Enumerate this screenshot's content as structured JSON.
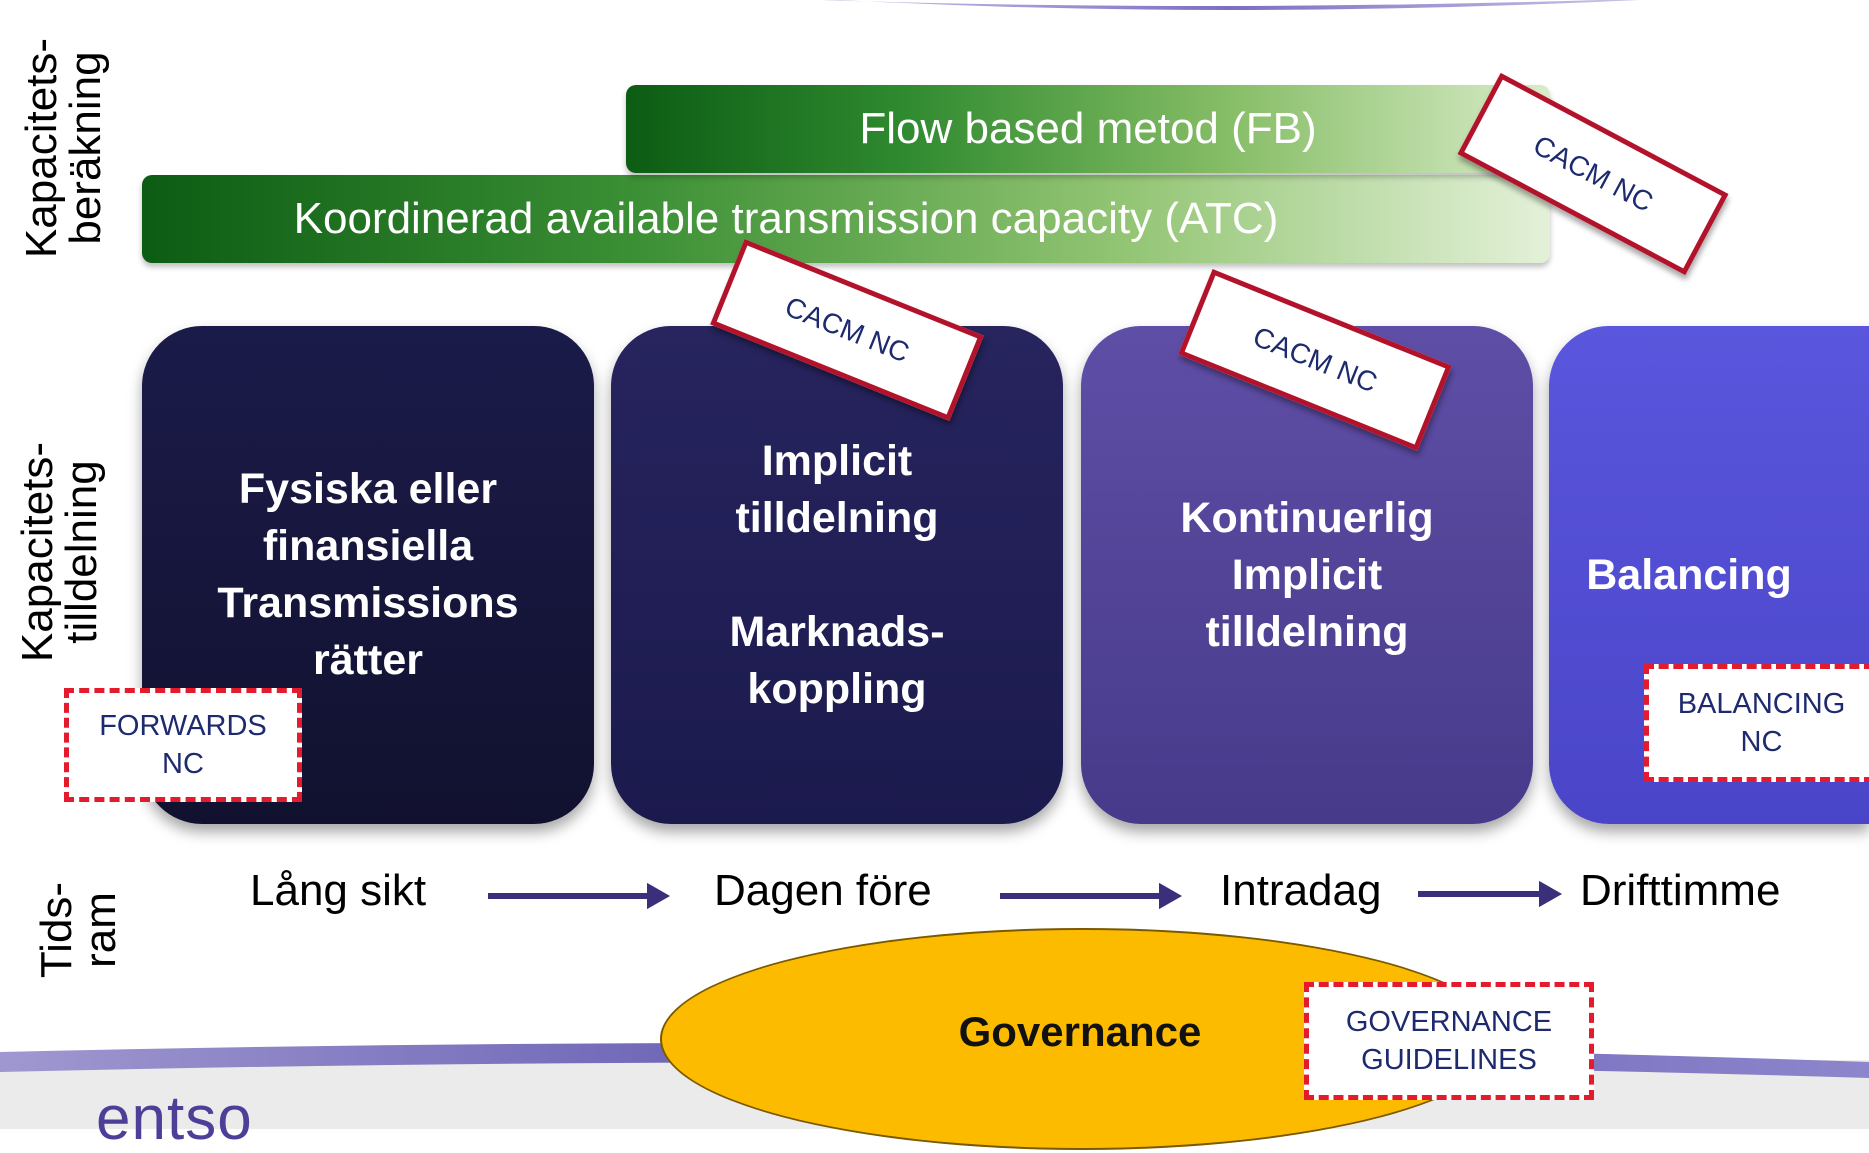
{
  "labels": {
    "calc": [
      "Kapacitets-",
      "beräkning"
    ],
    "alloc": [
      "Kapacitets-",
      "tilldelning"
    ],
    "time": [
      "Tids-",
      "ram"
    ]
  },
  "methods": {
    "fb": "Flow based metod (FB)",
    "atc": "Koordinerad available transmission capacity (ATC)"
  },
  "blocks": [
    {
      "lines": [
        "Fysiska eller",
        "finansiella",
        "Transmissions",
        "rätter"
      ]
    },
    {
      "lines": [
        "Implicit",
        "tilldelning",
        "Marknads-",
        "koppling"
      ]
    },
    {
      "lines": [
        "Kontinuerlig",
        "Implicit",
        "tilldelning"
      ]
    },
    {
      "lines": [
        "Balancing"
      ]
    }
  ],
  "stamps": {
    "cacm_top": "CACM NC",
    "cacm_left": "CACM NC",
    "cacm_mid": "CACM NC"
  },
  "nc_boxes": {
    "forwards": [
      "FORWARDS",
      "NC"
    ],
    "balancing": [
      "BALANCING",
      "NC"
    ],
    "governance": [
      "GOVERNANCE",
      "GUIDELINES"
    ]
  },
  "timeline": [
    "Lång sikt",
    "Dagen före",
    "Intradag",
    "Drifttimme"
  ],
  "governance_label": "Governance",
  "logo_text": "entso",
  "colors": {
    "green_bar": "#2f8a2f",
    "block_dark": "#11112f",
    "block_navy": "#1b1a4d",
    "block_purple": "#473a8a",
    "block_blue": "#4a45c8",
    "stamp_red": "#b3122b",
    "governance_yellow": "#fdbb00",
    "frame_purple": "#5c52a8"
  }
}
